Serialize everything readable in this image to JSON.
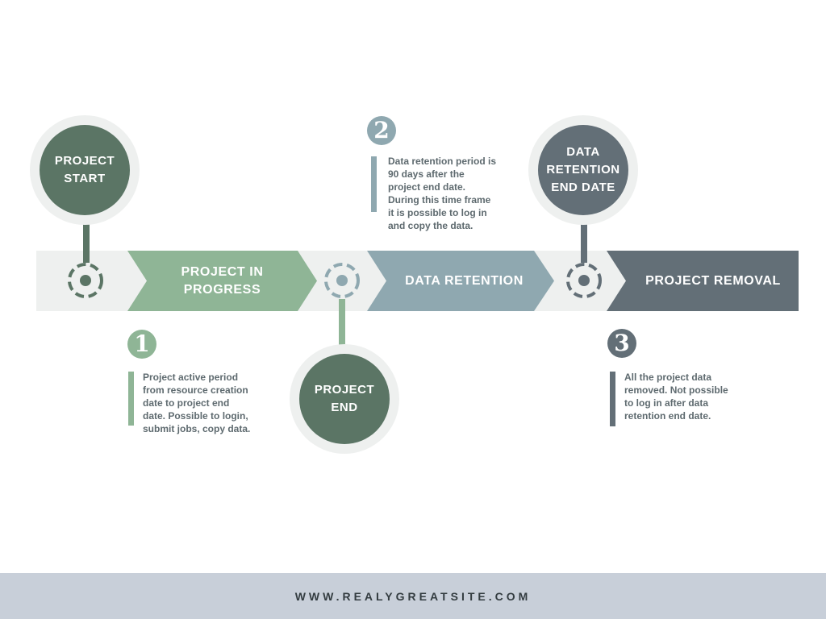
{
  "colors": {
    "dark_green": "#5b7565",
    "light_green": "#8fb596",
    "blue_gray": "#8fa8b0",
    "slate": "#636f77",
    "band_background": "#eef0ef",
    "footer_background": "#c8cfd9"
  },
  "milestones": [
    {
      "label": "PROJECT\nSTART"
    },
    {
      "label": "PROJECT\nEND"
    },
    {
      "label": "DATA\nRETENTION\nEND DATE"
    }
  ],
  "phases": [
    {
      "label": "PROJECT IN\nPROGRESS"
    },
    {
      "label": "DATA RETENTION"
    },
    {
      "label": "PROJECT REMOVAL"
    }
  ],
  "notes": [
    {
      "number": "1",
      "text": "Project active period\nfrom resource creation\ndate to project end\ndate. Possible to login,\nsubmit jobs, copy data."
    },
    {
      "number": "2",
      "text": "Data retention period is\n90 days after the\nproject end date.\nDuring this time frame\nit is possible to log in\nand copy the data."
    },
    {
      "number": "3",
      "text": "All the project data\nremoved. Not possible\nto log in after data\nretention end date."
    }
  ],
  "markers": [
    {
      "icon": "dashed-target-icon"
    },
    {
      "icon": "dashed-target-icon"
    },
    {
      "icon": "dashed-target-icon"
    }
  ],
  "footer": {
    "url": "WWW.REALYGREATSITE.COM"
  }
}
